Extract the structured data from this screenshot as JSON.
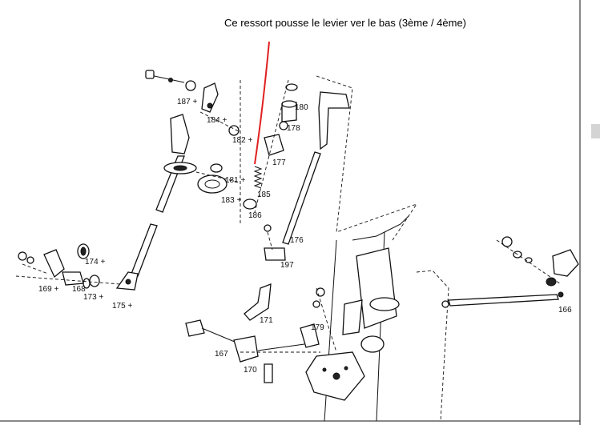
{
  "caption": "Ce ressort pousse le levier ver le bas (3ème / 4ème)",
  "annotation_color": "#e02020",
  "part_labels": {
    "p187": "187 +",
    "p184": "184 +",
    "p182": "182 +",
    "p181": "181 +",
    "p183": "183 +",
    "p180": "180",
    "p178": "178",
    "p177": "177",
    "p185": "185",
    "p186": "186",
    "p176": "176",
    "p197": "197",
    "p174": "174 +",
    "p169": "169 +",
    "p168": "168",
    "p173": "173 +",
    "p175": "175 +",
    "p171": "171",
    "p179": "179",
    "p167": "167",
    "p170": "170",
    "p166": "166"
  }
}
